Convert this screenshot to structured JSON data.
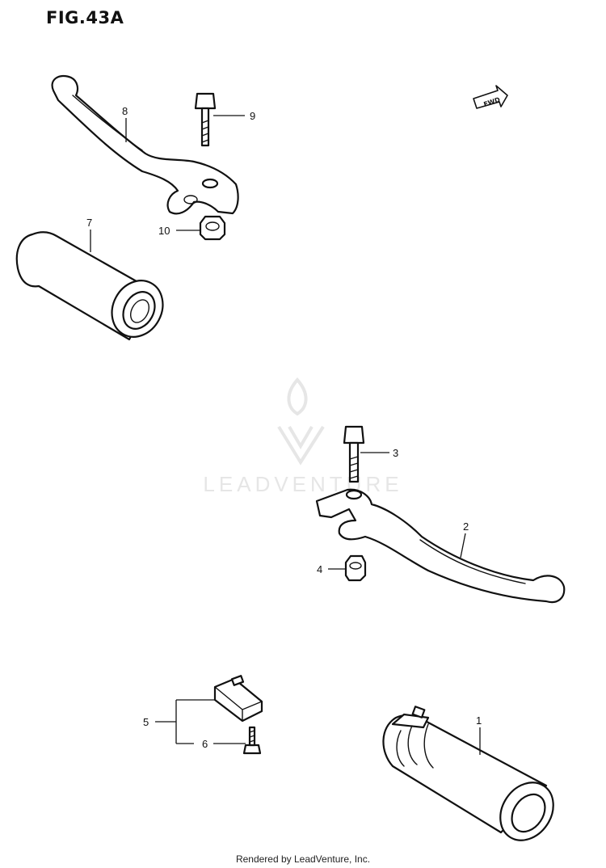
{
  "figure_title": "FIG.43A",
  "watermark_text": "LEADVENTURE",
  "footer_text": "Rendered by LeadVenture, Inc.",
  "direction_badge": "FWD",
  "callouts": {
    "p1": "1",
    "p2": "2",
    "p3": "3",
    "p4": "4",
    "p5": "5",
    "p6": "6",
    "p7": "7",
    "p8": "8",
    "p9": "9",
    "p10": "10"
  },
  "colors": {
    "line": "#111111",
    "watermark": "#e6e6e6",
    "background": "#ffffff"
  }
}
